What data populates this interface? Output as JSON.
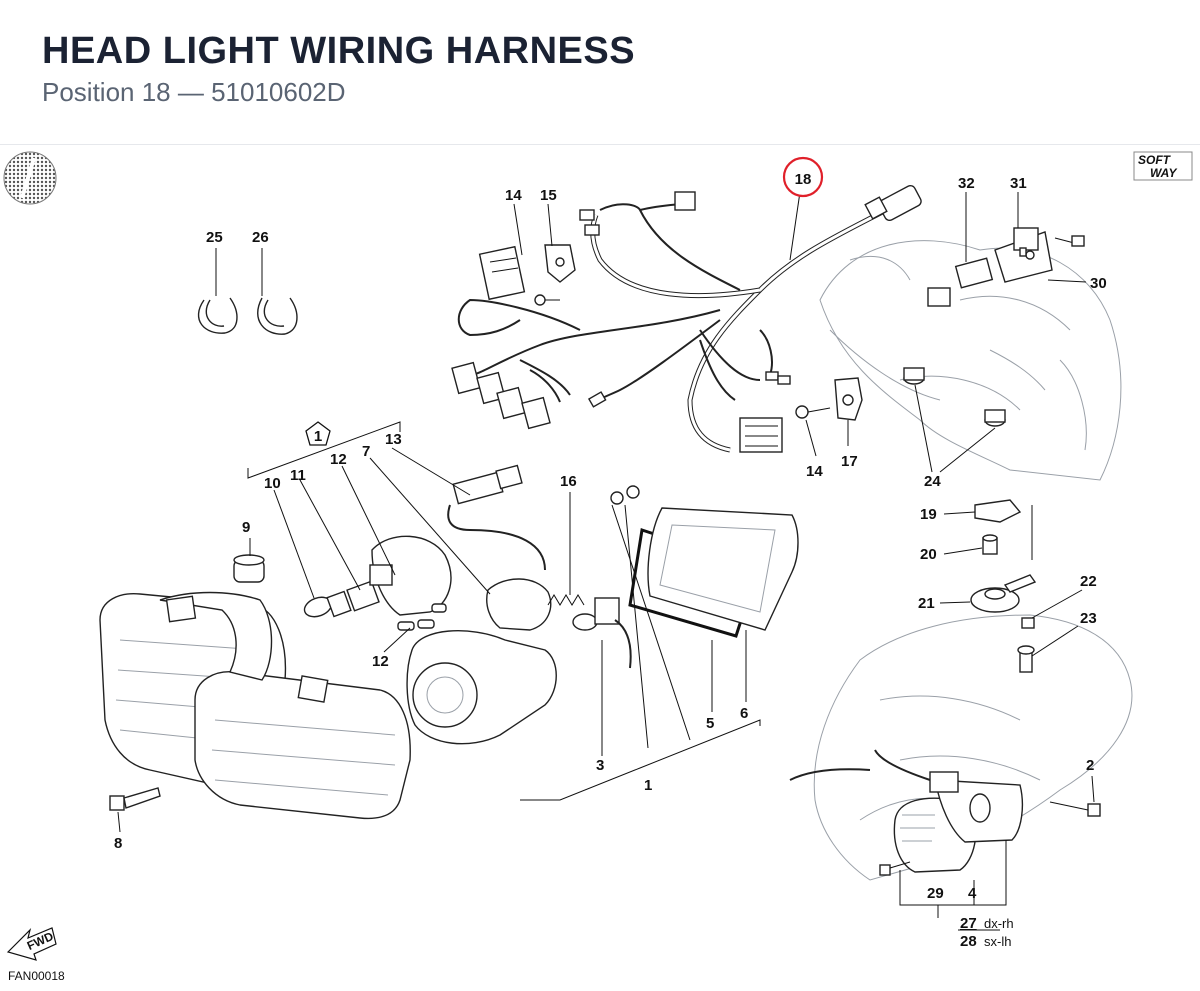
{
  "header": {
    "title": "HEAD LIGHT WIRING HARNESS",
    "subtitle": "Position 18 — 51010602D"
  },
  "diagram": {
    "highlight_color": "#e0202a",
    "highlight_label": "18",
    "group_label": "1",
    "logo_text_top": "SOFT",
    "logo_text_bottom": "WAY",
    "fwd_label": "FWD",
    "drawing_code": "FAN00018",
    "callouts": {
      "c25": "25",
      "c26": "26",
      "c14a": "14",
      "c15": "15",
      "c32": "32",
      "c31": "31",
      "c30": "30",
      "c13": "13",
      "c12a": "12",
      "c7": "7",
      "c11": "11",
      "c10": "10",
      "c16": "16",
      "c9": "9",
      "c12b": "12",
      "c14b": "14",
      "c17": "17",
      "c24": "24",
      "c19": "19",
      "c20": "20",
      "c21": "21",
      "c22": "22",
      "c23": "23",
      "c5": "5",
      "c6": "6",
      "c3": "3",
      "c1": "1",
      "c8": "8",
      "c2": "2",
      "c29": "29",
      "c4": "4"
    },
    "variants": [
      {
        "num": "27",
        "text": "dx-rh"
      },
      {
        "num": "28",
        "text": "sx-lh"
      }
    ]
  }
}
